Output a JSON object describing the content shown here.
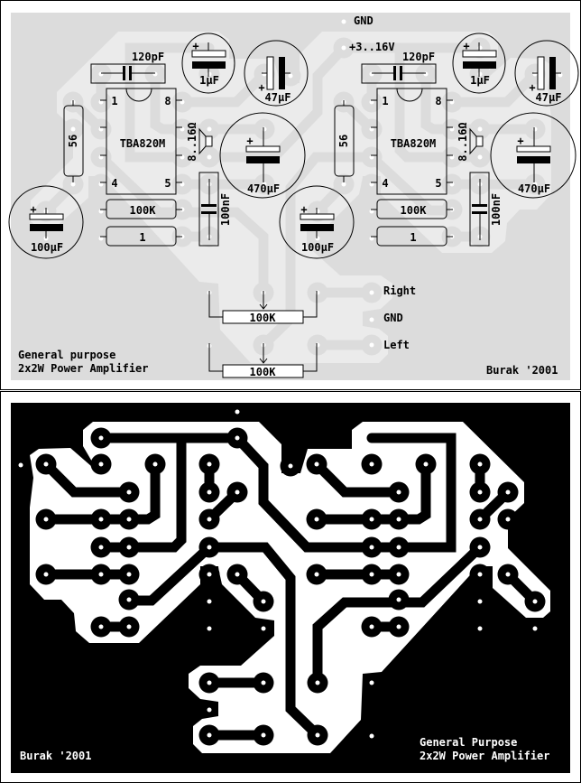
{
  "component_side": {
    "supply": {
      "gnd": "GND",
      "vcc": "+3..16V"
    },
    "channels": [
      {
        "ic": "TBA820M",
        "pin_1": "1",
        "pin_8": "8",
        "pin_4": "4",
        "pin_5": "5",
        "c_120p": "120pF",
        "c_1u": "1µF",
        "c_47u": "47µF",
        "c_470u": "470µF",
        "speaker": "8..16Ω",
        "r_56": "56",
        "r_100k": "100K",
        "r_1": "1",
        "c_100n": "100nF",
        "c_100u": "100µF"
      },
      {
        "ic": "TBA820M",
        "pin_1": "1",
        "pin_8": "8",
        "pin_4": "4",
        "pin_5": "5",
        "c_120p": "120pF",
        "c_1u": "1µF",
        "c_47u": "47µF",
        "c_470u": "470µF",
        "speaker": "8..16Ω",
        "r_56": "56",
        "r_100k": "100K",
        "r_1": "1",
        "c_100n": "100nF",
        "c_100u": "100µF"
      }
    ],
    "inputs": {
      "right": "Right",
      "gnd": "GND",
      "left": "Left"
    },
    "pots": [
      "100K",
      "100K"
    ],
    "caption": [
      "General purpose",
      "2x2W Power Amplifier"
    ],
    "credit": "Burak '2001"
  },
  "copper_side": {
    "caption": [
      "General Purpose",
      "2x2W Power Amplifier"
    ],
    "credit": "Burak '2001"
  },
  "colors": {
    "board_top": "#dcdcdc",
    "board_top_light": "#ebebeb",
    "copper": "#000000",
    "bare": "#ffffff"
  }
}
